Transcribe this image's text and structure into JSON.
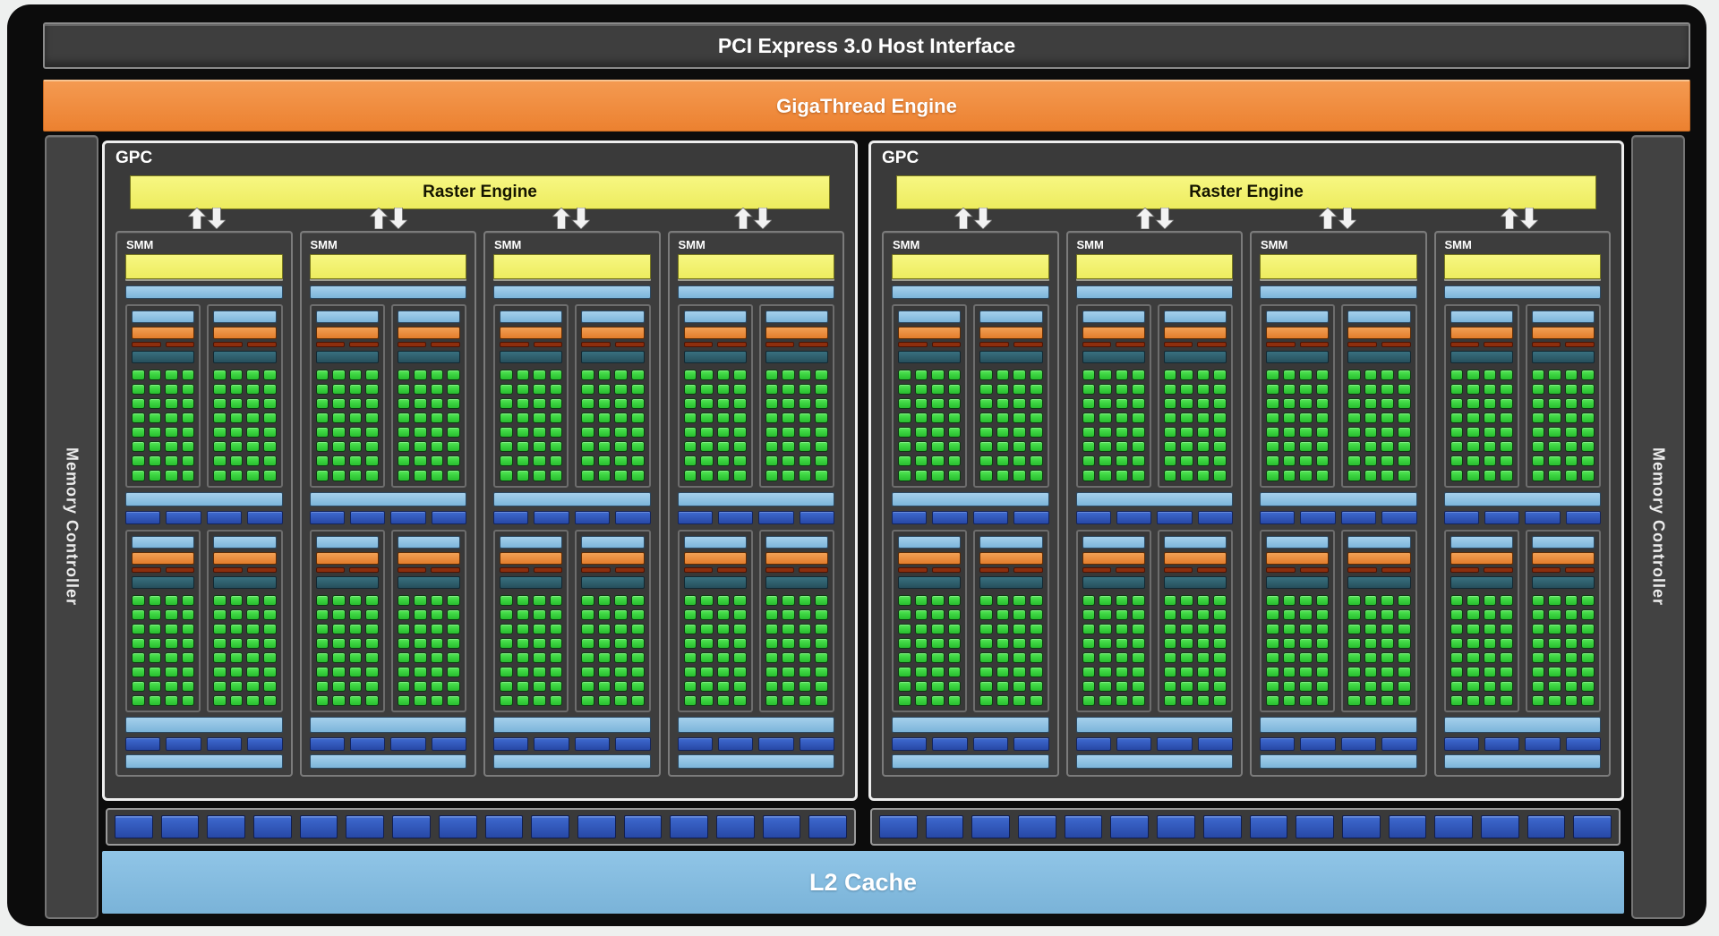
{
  "header": {
    "pci_label": "PCI Express 3.0 Host Interface",
    "gigathread_label": "GigaThread Engine"
  },
  "memory_controllers": {
    "left_label": "Memory Controller",
    "right_label": "Memory Controller"
  },
  "l2_cache": {
    "label": "L2 Cache"
  },
  "gpcs": [
    {
      "label": "GPC",
      "raster_engine_label": "Raster Engine",
      "smm_count": 4
    },
    {
      "label": "GPC",
      "raster_engine_label": "Raster Engine",
      "smm_count": 4
    }
  ],
  "smm": {
    "label": "SMM",
    "processing_block_rows": 2,
    "processing_blocks_per_row": 2,
    "core_columns_per_block": 4,
    "core_rows_per_block": 8,
    "tex_segments_per_row": 4,
    "full_width_bars": [
      "yellow-top-bar",
      "light-blue-cache-bar",
      "mid-cache-bar",
      "bottom-cache-bars"
    ]
  },
  "rop_partitions": {
    "sides": 2,
    "segments_per_side": 16
  },
  "icons": {
    "flow_arrow_pair": "up-down-block-arrows"
  },
  "colors": {
    "chip_background": "#0c0c0c",
    "panel_gray": "#3e3e3e",
    "gigathread_orange": "#ef8a3c",
    "raster_yellow": "#f2f16e",
    "light_blue": "#8ec2e4",
    "warp_orange": "#e8893e",
    "dispatch_dark_red": "#8d2e0d",
    "register_teal": "#2f5f6e",
    "core_green": "#3cd441",
    "unit_blue": "#2e55b5",
    "l2_blue": "#85bde2",
    "gpc_border_white": "#ededed"
  }
}
